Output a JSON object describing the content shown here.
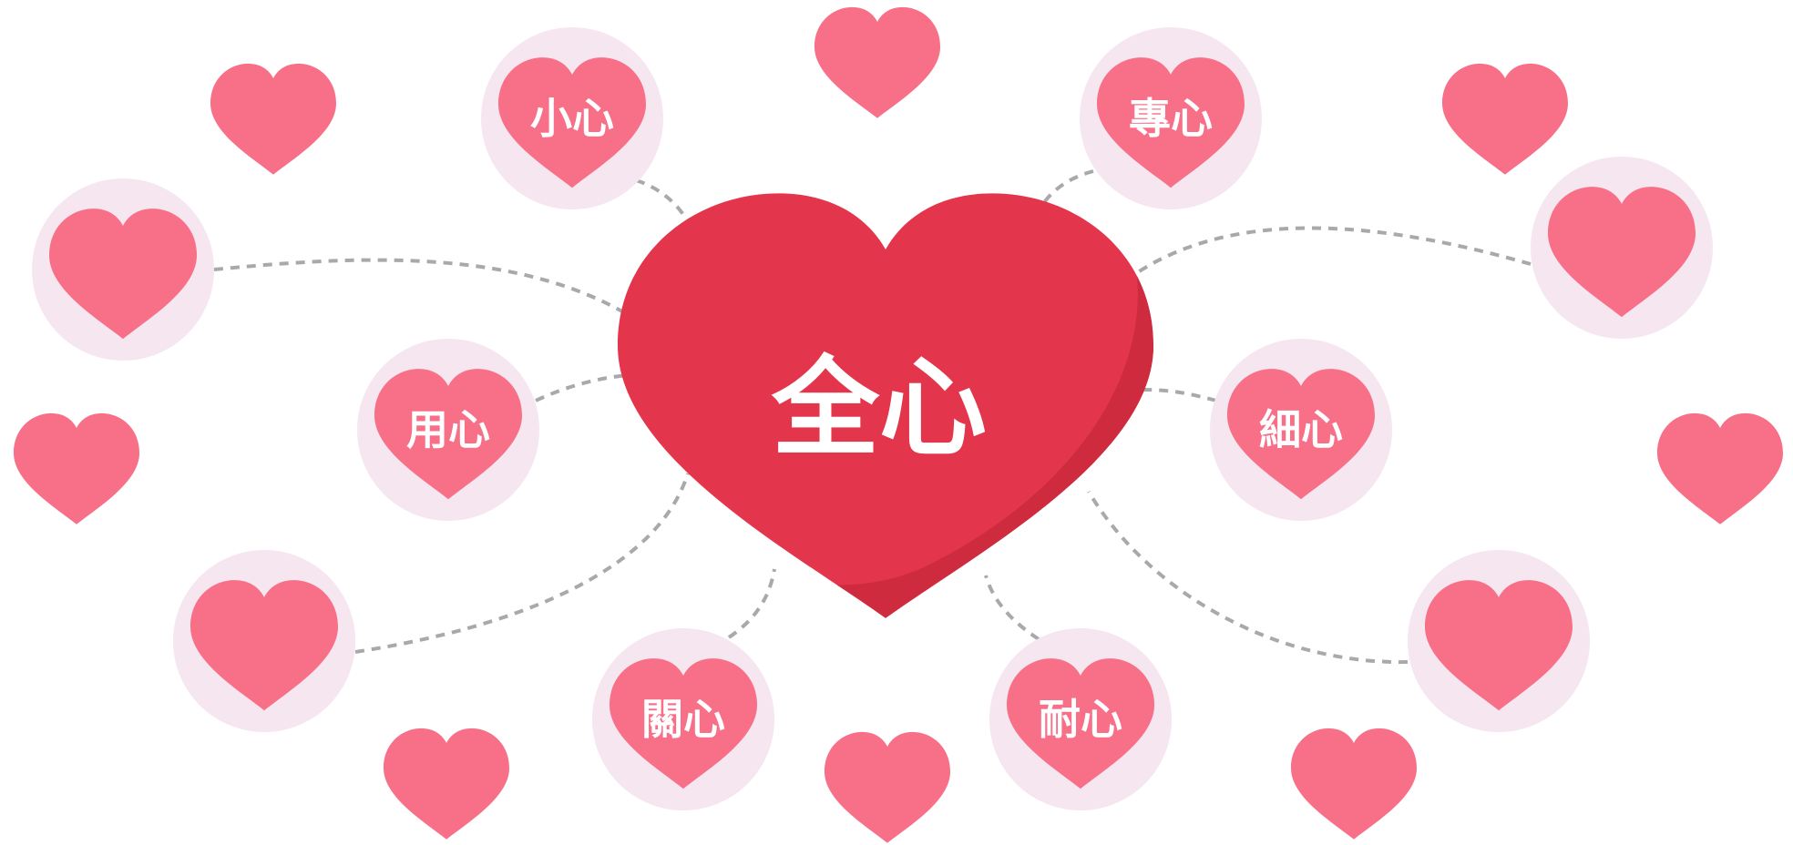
{
  "center": {
    "label": "全心"
  },
  "nodes": [
    {
      "label": "小心"
    },
    {
      "label": "專心"
    },
    {
      "label": "用心"
    },
    {
      "label": "細心"
    },
    {
      "label": "關心"
    },
    {
      "label": "耐心"
    }
  ],
  "colors": {
    "center_heart": "#e3364c",
    "center_shade": "#cf2b3f",
    "small_heart": "#f77088",
    "halo": "#f5e6f0",
    "connector": "#a9a9a9",
    "label": "#ffffff"
  }
}
